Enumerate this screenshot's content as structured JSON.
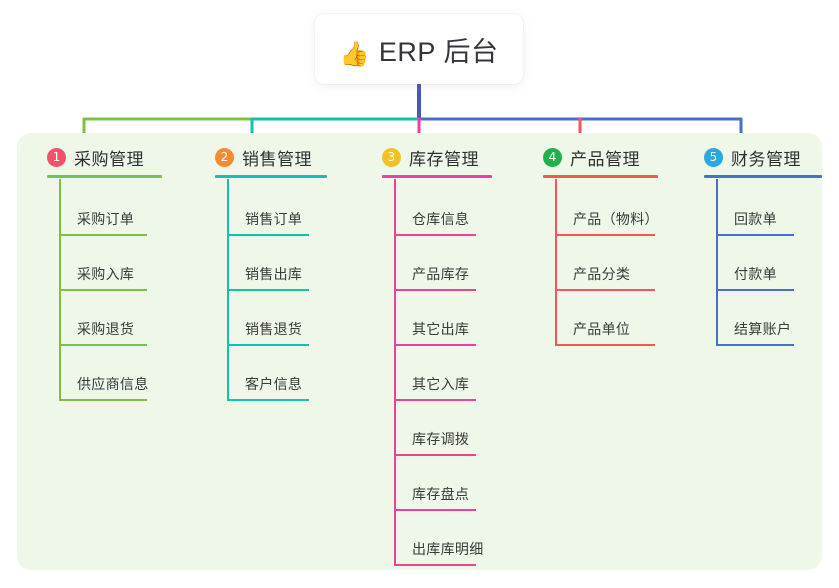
{
  "root": {
    "icon": "thumbs-up-icon",
    "icon_glyph": "👍",
    "title": "ERP 后台"
  },
  "theme": {
    "page_background": "#ffffff",
    "panel_background": "#eff7e9",
    "card_background": "#ffffff",
    "text_color": "#3a3a3a",
    "trunk_color": "#4a58bd"
  },
  "columns": [
    {
      "number": "1",
      "title": "采购管理",
      "badge_color": "#f2536b",
      "line_color": "#7cc04a",
      "items": [
        {
          "label": "采购订单"
        },
        {
          "label": "采购入库"
        },
        {
          "label": "采购退货"
        },
        {
          "label": "供应商信息"
        }
      ]
    },
    {
      "number": "2",
      "title": "销售管理",
      "badge_color": "#f58a34",
      "line_color": "#17bfae",
      "items": [
        {
          "label": "销售订单"
        },
        {
          "label": "销售出库"
        },
        {
          "label": "销售退货"
        },
        {
          "label": "客户信息"
        }
      ]
    },
    {
      "number": "3",
      "title": "库存管理",
      "badge_color": "#f5c023",
      "line_color": "#e8439a",
      "items": [
        {
          "label": "仓库信息"
        },
        {
          "label": "产品库存"
        },
        {
          "label": "其它出库"
        },
        {
          "label": "其它入库"
        },
        {
          "label": "库存调拨"
        },
        {
          "label": "库存盘点"
        },
        {
          "label": "出库库明细"
        }
      ]
    },
    {
      "number": "4",
      "title": "产品管理",
      "badge_color": "#22b24c",
      "line_color": "#f4565a",
      "items": [
        {
          "label": "产品（物料）"
        },
        {
          "label": "产品分类"
        },
        {
          "label": "产品单位"
        }
      ]
    },
    {
      "number": "5",
      "title": "财务管理",
      "badge_color": "#29a8e0",
      "line_color": "#4a6fc4",
      "items": [
        {
          "label": "回款单"
        },
        {
          "label": "付款单"
        },
        {
          "label": "结算账户"
        }
      ]
    }
  ]
}
